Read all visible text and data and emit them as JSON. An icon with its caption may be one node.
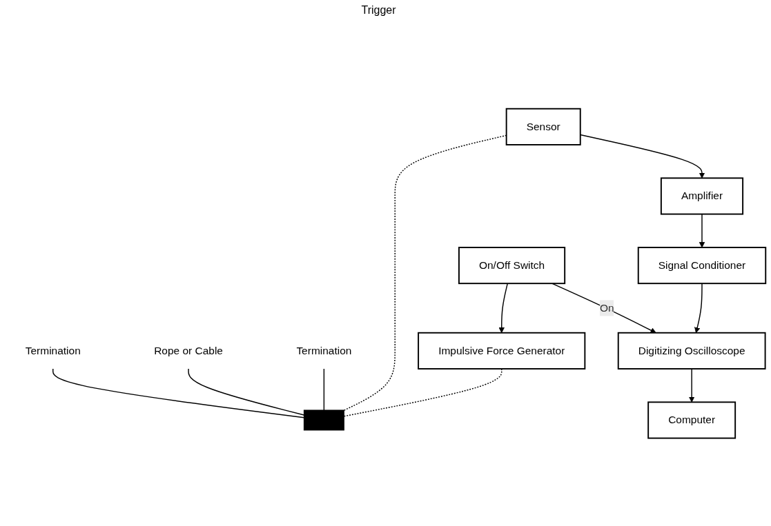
{
  "diagram": {
    "nodes": [
      {
        "text": [
          "Termination"
        ]
      },
      {
        "text": [
          "Rope or Cable"
        ]
      },
      {
        "text": [
          "Termination"
        ]
      },
      {
        "text": [],
        "shape": "bar"
      },
      {
        "text": [
          "Impulsive Force Generator"
        ]
      },
      {
        "text": [
          "Sensor"
        ]
      },
      {
        "text": [
          "Amplifier"
        ]
      },
      {
        "text": [
          "Signal Conditioner"
        ]
      },
      {
        "text": [
          "Digitizing Oscilloscope"
        ]
      },
      {
        "text": [
          "On/Off Switch"
        ]
      },
      {
        "text": [
          "Computer"
        ]
      }
    ],
    "edges": [
      {
        "from": 0,
        "to": 3,
        "arrow": "none"
      },
      {
        "from": 1,
        "to": 3,
        "arrow": "none"
      },
      {
        "from": 2,
        "to": 3,
        "arrow": "none"
      },
      {
        "from": 4,
        "to": 3,
        "arrow": "none",
        "style": "dashed"
      },
      {
        "from": 5,
        "to": 3,
        "arrow": "none",
        "style": "dashed"
      },
      {
        "from": 5,
        "to": 6,
        "arrow": "to"
      },
      {
        "from": 6,
        "to": 7,
        "arrow": "to"
      },
      {
        "from": 7,
        "to": 8,
        "arrow": "to"
      },
      {
        "from": 9,
        "to": 4,
        "arrow": "to"
      },
      {
        "from": 9,
        "to": 8,
        "arrow": "to",
        "label": "On"
      },
      {
        "from": 8,
        "to": 10,
        "arrow": "to"
      }
    ],
    "labels": [
      "Trigger"
    ]
  }
}
